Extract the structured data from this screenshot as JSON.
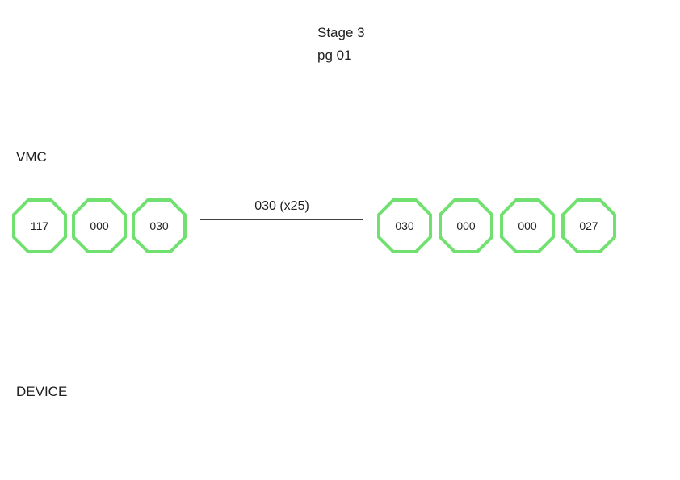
{
  "title": {
    "line1": "Stage 3",
    "line2": "pg 01"
  },
  "labels": {
    "vmc": "VMC",
    "device": "DEVICE"
  },
  "connector": {
    "label": "030 (x25)"
  },
  "left_nodes": [
    "117",
    "000",
    "030"
  ],
  "right_nodes": [
    "030",
    "000",
    "000",
    "027"
  ],
  "colors": {
    "node_border": "#70e170",
    "node_fill": "#ffffff",
    "connector_line": "#404040",
    "text": "#1f1f1f"
  }
}
